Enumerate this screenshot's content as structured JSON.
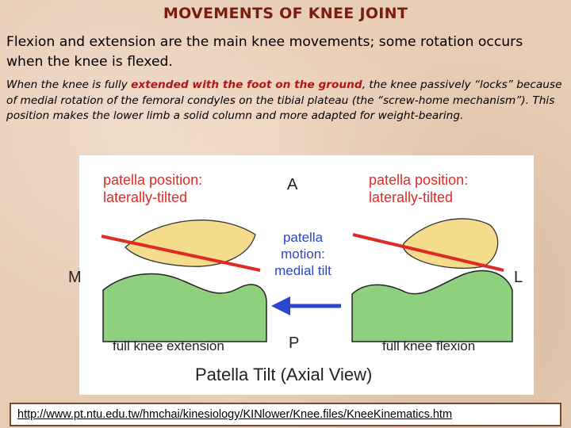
{
  "title": "MOVEMENTS OF KNEE JOINT",
  "para1": "Flexion and extension are the main knee movements; some rotation occurs when the knee is flexed.",
  "para2": {
    "before": "When the knee is fully ",
    "highlight": "extended with the foot on the ground",
    "after": ", the knee passively “locks” because of medial rotation of the femoral condyles on the tibial plateau (the “screw-home mechanism”). This position makes the lower limb a solid column and more adapted for weight-bearing."
  },
  "figure": {
    "left_position_line1": "patella position:",
    "left_position_line2": "laterally-tilted",
    "right_position_line1": "patella position:",
    "right_position_line2": "laterally-tilted",
    "motion_line1": "patella",
    "motion_line2": "motion:",
    "motion_line3": "medial tilt",
    "axis_a": "A",
    "axis_p": "P",
    "axis_m": "M",
    "axis_l": "L",
    "caption_left": "full knee extension",
    "caption_right": "full knee flexion",
    "main_caption": "Patella Tilt (Axial View)",
    "colors": {
      "red": "#e02a26",
      "blue": "#2b45cc",
      "patella": "#f4dc8c",
      "femur": "#8fd07e"
    }
  },
  "link": "http://www.pt.ntu.edu.tw/hmchai/kinesiology/KINlower/Knee.files/KneeKinematics.htm"
}
